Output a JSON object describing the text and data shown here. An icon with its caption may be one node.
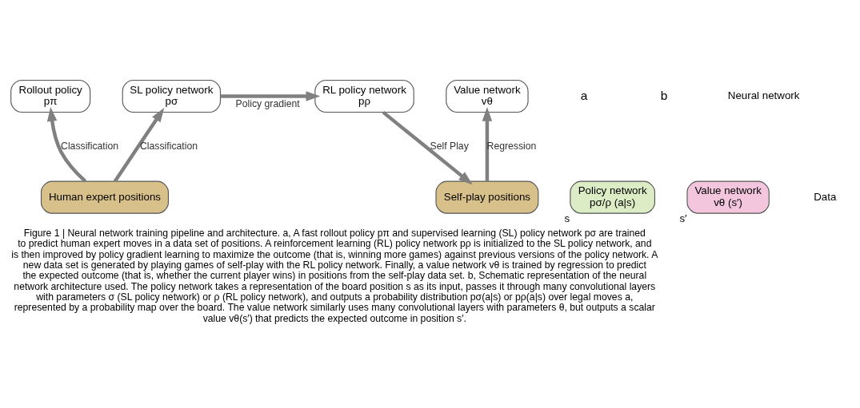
{
  "diagram": {
    "caption": "Figure 1 | Neural network training pipeline and architecture. a, A fast rollout policy pπ and supervised learning (SL) policy network pσ are trained to predict human expert moves in a data set of positions. A reinforcement learning (RL) policy network pρ is initialized to the SL policy network, and is then improved by policy gradient learning to maximize the outcome (that is, winning more games) against previous versions of the policy network. A new data set is generated by playing games of self-play with the RL policy network. Finally, a value network vθ is trained by regression to predict the expected outcome (that is, whether the current player wins) in positions from the self-play data set. b, Schematic representation of the neural network architecture used. The policy network takes a representation of the board position s as its input, passes it through many convolutional layers with parameters σ (SL policy network) or ρ (RL policy network), and outputs a probability distribution pσ(a|s) or pρ(a|s) over legal moves a, represented by a probability map over the board. The value network similarly uses many convolutional layers with parameters θ, but outputs a scalar value vθ(s′) that predicts the expected outcome in position s′.",
    "nodes": [
      {
        "text": [
          "Rollout policy",
          "pπ"
        ]
      },
      {
        "text": [
          "SL policy network",
          "pσ"
        ]
      },
      {
        "text": [
          "RL policy network",
          "pρ"
        ]
      },
      {
        "text": [
          "Value network",
          "vθ"
        ]
      },
      {
        "text": [
          "Human expert positions"
        ]
      },
      {
        "text": [
          "Self-play positions"
        ]
      },
      {
        "text": [
          "Policy network",
          "pσ/ρ (a|s)"
        ],
        "beside": [
          "s"
        ]
      },
      {
        "text": [
          "Value network",
          "vθ (s′)"
        ],
        "beside": [
          "s′"
        ]
      }
    ],
    "edges": [
      {
        "from": 4,
        "to": 0,
        "arrow": "to",
        "label": "Classification"
      },
      {
        "from": 4,
        "to": 1,
        "arrow": "to",
        "label": "Classification"
      },
      {
        "from": 1,
        "to": 2,
        "arrow": "to",
        "label": "Policy gradient"
      },
      {
        "from": 2,
        "to": 5,
        "arrow": "to",
        "label": "Self Play"
      },
      {
        "from": 5,
        "to": 3,
        "arrow": "to",
        "label": "Regression"
      }
    ],
    "labels": [
      "a",
      "b",
      "Neural network",
      "Data"
    ]
  }
}
